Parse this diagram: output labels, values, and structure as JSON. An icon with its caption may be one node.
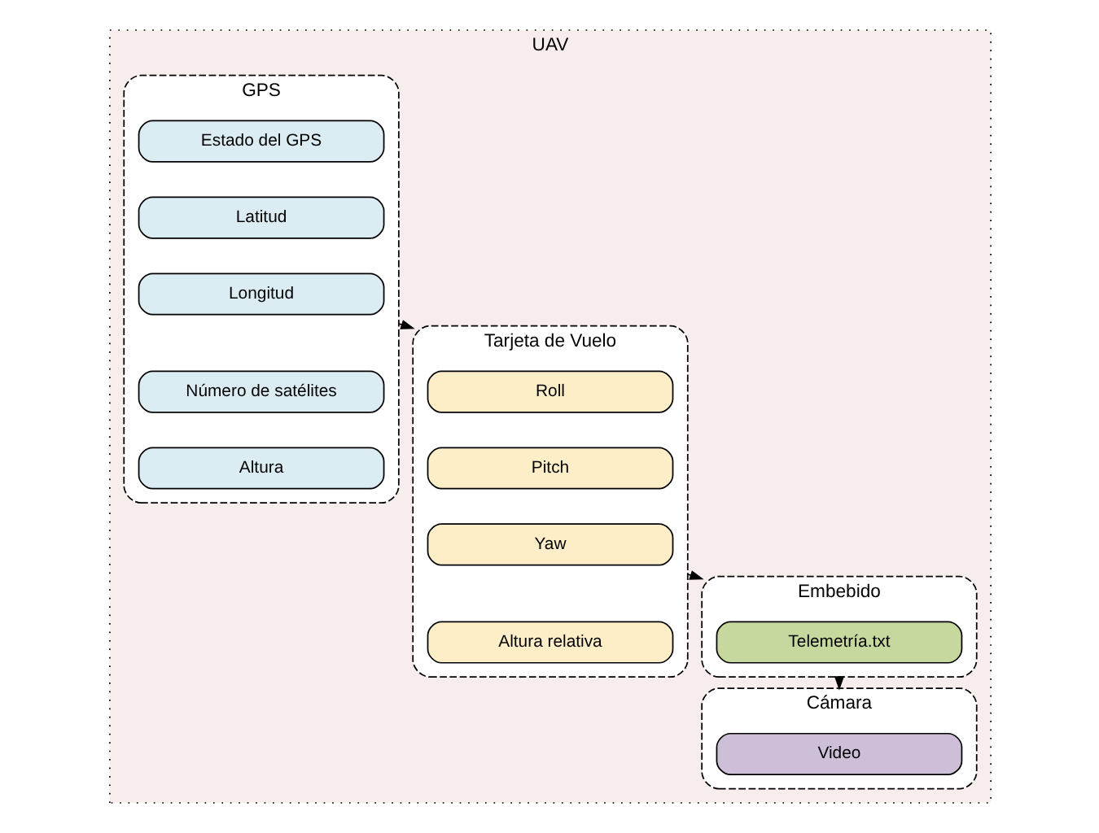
{
  "diagram": {
    "nodes": [
      {
        "text": [
          "UAV"
        ]
      },
      {
        "text": [
          "Tarjeta de Vuelo"
        ],
        "in": 0
      },
      {
        "text": [
          "Roll"
        ],
        "in": 1
      },
      {
        "text": [
          "Pitch"
        ],
        "in": 1
      },
      {
        "text": [
          "Yaw"
        ],
        "in": 1
      },
      {
        "text": [
          "Altura relativa"
        ],
        "in": 1
      },
      {
        "text": [
          "GPS"
        ],
        "in": 0
      },
      {
        "text": [
          "Estado del GPS"
        ],
        "in": 6
      },
      {
        "text": [
          "Latitud"
        ],
        "in": 6
      },
      {
        "text": [
          "Longitud"
        ],
        "in": 6
      },
      {
        "text": [
          "Número de satélites"
        ],
        "in": 6
      },
      {
        "text": [
          "Altura"
        ],
        "in": 6
      },
      {
        "text": [
          "Cámara"
        ],
        "in": 0
      },
      {
        "text": [
          "Video"
        ],
        "in": 12
      },
      {
        "text": [
          "Embebido"
        ],
        "in": 0
      },
      {
        "text": [
          "Telemetría.txt"
        ],
        "in": 14
      }
    ],
    "edges": [
      {
        "from": 6,
        "to": 1,
        "arrow": "to"
      },
      {
        "from": 1,
        "to": 14,
        "arrow": "to"
      },
      {
        "from": 14,
        "to": 12,
        "arrow": "to"
      }
    ]
  }
}
